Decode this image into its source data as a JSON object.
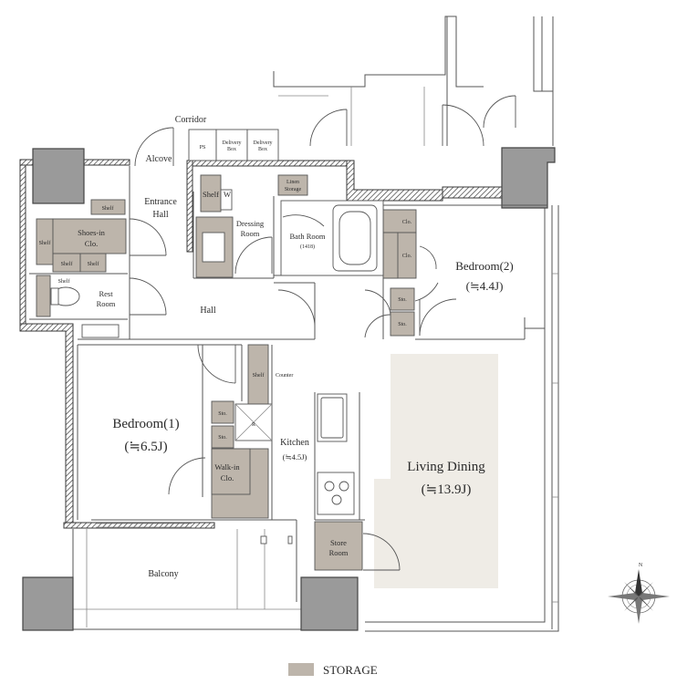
{
  "rooms": {
    "corridor": "Corridor",
    "alcove": "Alcove",
    "ps": "PS",
    "delivery_box_1": [
      "Delivery",
      "Box"
    ],
    "delivery_box_2": [
      "Delivery",
      "Box"
    ],
    "entrance_hall": [
      "Entrance",
      "Hall"
    ],
    "linen_storage": [
      "Linen",
      "Storage"
    ],
    "shelf_w_shelf": "Shelf",
    "shelf_w_w": "W",
    "dressing_room": [
      "Dressing",
      "Room"
    ],
    "bath_room": "Bath Room",
    "bath_room_size": "(1418)",
    "shelf_top": "Shelf",
    "shoes_in": [
      "Shoes-in",
      "Clo."
    ],
    "shelf_left": "Shelf",
    "shelf_bottom_1": "Shelf",
    "shelf_bottom_2": "Shelf",
    "shelf_rest": "Shelf",
    "rest_room": [
      "Rest",
      "Room"
    ],
    "hall": "Hall",
    "clo_1": "Clo.",
    "clo_2": "Clo.",
    "bedroom2": "Bedroom(2)",
    "bedroom2_size": "(≒4.4J)",
    "sto_1": "Sto.",
    "sto_2": "Sto.",
    "shelf_kitchen": "Shelf",
    "counter": "Counter",
    "r_mark": "R",
    "sto_3": "Sto.",
    "sto_4": "Sto.",
    "bedroom1": "Bedroom(1)",
    "bedroom1_size": "(≒6.5J)",
    "kitchen": "Kitchen",
    "kitchen_size": "(≒4.5J)",
    "walk_in": [
      "Walk-in",
      "Clo."
    ],
    "living_dining": "Living Dining",
    "living_dining_size": "(≒13.9J)",
    "store_room": [
      "Store",
      "Room"
    ],
    "balcony": "Balcony"
  },
  "compass": {
    "north_label": "N"
  },
  "legend": {
    "label": "STORAGE",
    "swatch_color": "#bdb5ab"
  },
  "colors": {
    "storage": "#bdb5ab",
    "living_zone": "#efece6",
    "pillar": "#9a9a9a",
    "wall": "#3a3a3a"
  }
}
